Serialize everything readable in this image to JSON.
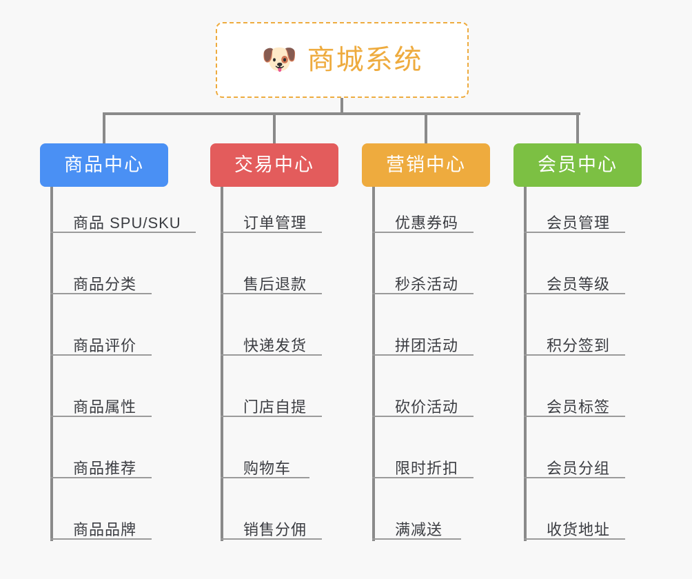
{
  "page": {
    "background_color": "#f8f8f8",
    "type": "organization-tree-diagram"
  },
  "root": {
    "icon": "dog-face-emoji",
    "icon_glyph": "🐶",
    "title": "商城系统",
    "text_color": "#eeab3e",
    "border_color": "#eeab3e",
    "background_color": "#ffffff"
  },
  "connector_color": "#8a8a8a",
  "categories": [
    {
      "label": "商品中心",
      "color": "#4a90f4",
      "items": [
        "商品 SPU/SKU",
        "商品分类",
        "商品评价",
        "商品属性",
        "商品推荐",
        "商品品牌"
      ]
    },
    {
      "label": "交易中心",
      "color": "#e35c5c",
      "items": [
        "订单管理",
        "售后退款",
        "快递发货",
        "门店自提",
        "购物车",
        "销售分佣"
      ]
    },
    {
      "label": "营销中心",
      "color": "#eeab3e",
      "items": [
        "优惠券码",
        "秒杀活动",
        "拼团活动",
        "砍价活动",
        "限时折扣",
        "满减送"
      ]
    },
    {
      "label": "会员中心",
      "color": "#78c councils"
    }
  ]
}
